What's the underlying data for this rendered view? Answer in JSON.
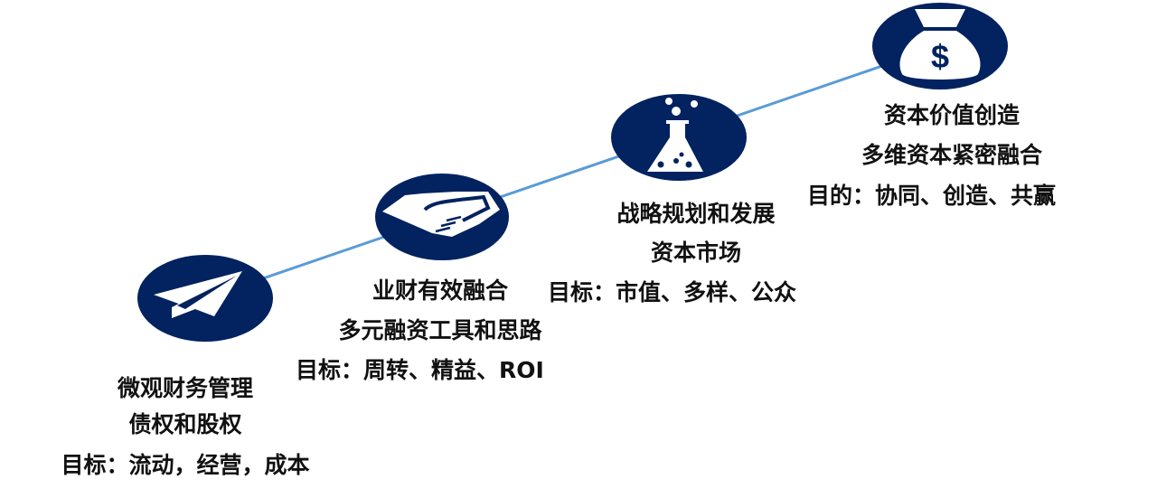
{
  "colors": {
    "node_fill": "#022260",
    "connector": "#5b9bd5",
    "icon": "#ffffff",
    "text": "#111111"
  },
  "stages": [
    {
      "icon": "paper-plane-icon",
      "title": "微观财务管理",
      "subtitle": "债权和股权",
      "goal": "目标：流动，经营，成本"
    },
    {
      "icon": "handshake-icon",
      "title": "业财有效融合",
      "subtitle": "多元融资工具和思路",
      "goal": "目标：周转、精益、ROI"
    },
    {
      "icon": "flask-icon",
      "title": "战略规划和发展",
      "subtitle": "资本市场",
      "goal": "目标：市值、多样、公众"
    },
    {
      "icon": "money-bag-icon",
      "title": "资本价值创造",
      "subtitle": "多维资本紧密融合",
      "goal": "目的：协同、创造、共赢"
    }
  ]
}
